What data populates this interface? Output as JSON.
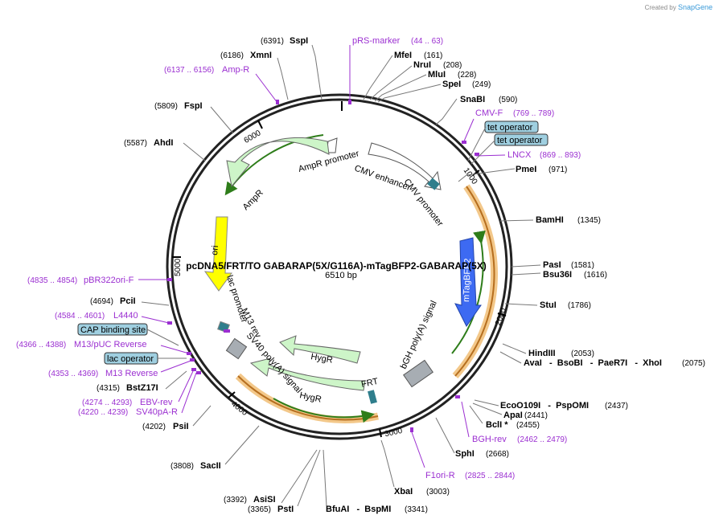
{
  "credit": {
    "prefix": "Created by",
    "brand": "SnapGene"
  },
  "plasmid": {
    "name": "pcDNA5/FRT/TO GABARAP(5X/G116A)-mTagBFP2-GABARAP(5X)",
    "size": "6510 bp"
  },
  "ticks": [
    "1000",
    "2000",
    "3000",
    "4000",
    "5000",
    "6000"
  ],
  "features": {
    "ampr_promoter": "AmpR promoter",
    "cmv_enhancer": "CMV enhancer",
    "cmv_promoter": "CMV promoter",
    "ampr": "AmpR",
    "ori": "ori",
    "mtagbfp2": "mTagBFP2",
    "bgh": "bGH poly(A) signal",
    "hygr1": "HygR",
    "hygr2": "HygR",
    "frt": "FRT",
    "sv40": "SV40 poly(A) signal",
    "m13rev": "M13 rev",
    "lacprom": "lac promoter"
  },
  "enzymes": {
    "sspi": {
      "name": "SspI",
      "pos": "(6391)"
    },
    "xmni": {
      "name": "XmnI",
      "pos": "(6186)"
    },
    "fspi": {
      "name": "FspI",
      "pos": "(5809)"
    },
    "ahdi": {
      "name": "AhdI",
      "pos": "(5587)"
    },
    "mfei": {
      "name": "MfeI",
      "pos": "(161)"
    },
    "nrui": {
      "name": "NruI",
      "pos": "(208)"
    },
    "mlui": {
      "name": "MluI",
      "pos": "(228)"
    },
    "spei": {
      "name": "SpeI",
      "pos": "(249)"
    },
    "snabi": {
      "name": "SnaBI",
      "pos": "(590)"
    },
    "pmei": {
      "name": "PmeI",
      "pos": "(971)"
    },
    "bamhi": {
      "name": "BamHI",
      "pos": "(1345)"
    },
    "pasi": {
      "name": "PasI",
      "pos": "(1581)"
    },
    "bsu36i": {
      "name": "Bsu36I",
      "pos": "(1616)"
    },
    "stui": {
      "name": "StuI",
      "pos": "(1786)"
    },
    "hindiii": {
      "name": "HindIII",
      "pos": "(2053)"
    },
    "ava_group": {
      "name": "AvaI   -  BsoBI   -  PaeR7I   -  XhoI",
      "pos": "(2075)"
    },
    "eco_group": {
      "name": "EcoO109I   -  PspOMI",
      "pos": "(2437)"
    },
    "apai": {
      "name": "ApaI",
      "pos": "(2441)"
    },
    "bcli": {
      "name": "BclI *",
      "pos": "(2455)"
    },
    "sphi": {
      "name": "SphI",
      "pos": "(2668)"
    },
    "xbai": {
      "name": "XbaI",
      "pos": "(3003)"
    },
    "bfuai": {
      "name": "BfuAI   -  BspMI",
      "pos": "(3341)"
    },
    "psti": {
      "name": "PstI",
      "pos": "(3365)"
    },
    "asisi": {
      "name": "AsiSI",
      "pos": "(3392)"
    },
    "sacii": {
      "name": "SacII",
      "pos": "(3808)"
    },
    "psii": {
      "name": "PsiI",
      "pos": "(4202)"
    },
    "bstz17i": {
      "name": "BstZ17I",
      "pos": "(4315)"
    },
    "pcii": {
      "name": "PciI",
      "pos": "(4694)"
    }
  },
  "primers": {
    "prs": {
      "name": "pRS-marker",
      "pos": "(44 .. 63)"
    },
    "ampr": {
      "name": "Amp-R",
      "pos": "(6137 .. 6156)"
    },
    "cmvf": {
      "name": "CMV-F",
      "pos": "(769 .. 789)"
    },
    "lncx": {
      "name": "LNCX",
      "pos": "(869 .. 893)"
    },
    "bghrev": {
      "name": "BGH-rev",
      "pos": "(2462 .. 2479)"
    },
    "f1ori": {
      "name": "F1ori-R",
      "pos": "(2825 .. 2844)"
    },
    "pbr322": {
      "name": "pBR322ori-F",
      "pos": "(4835 .. 4854)"
    },
    "l4440": {
      "name": "L4440",
      "pos": "(4584 .. 4601)"
    },
    "m13puc": {
      "name": "M13/pUC Reverse",
      "pos": "(4366 .. 4388)"
    },
    "m13rev": {
      "name": "M13 Reverse",
      "pos": "(4353 .. 4369)"
    },
    "ebv": {
      "name": "EBV-rev",
      "pos": "(4274 .. 4293)"
    },
    "sv40pa": {
      "name": "SV40pA-R",
      "pos": "(4220 .. 4239)"
    }
  },
  "boxes": {
    "tetop1": "tet operator",
    "tetop2": "tet operator",
    "cap": "CAP binding site",
    "lacop": "lac operator"
  },
  "colors": {
    "primer": "#9b2fd1",
    "feature_green": "#cdf5c8",
    "ori_yellow": "#ffff00",
    "bfp_blue": "#3d6af2",
    "orf_orange": "#f3c88a",
    "box_blue": "#9fcfe0"
  }
}
